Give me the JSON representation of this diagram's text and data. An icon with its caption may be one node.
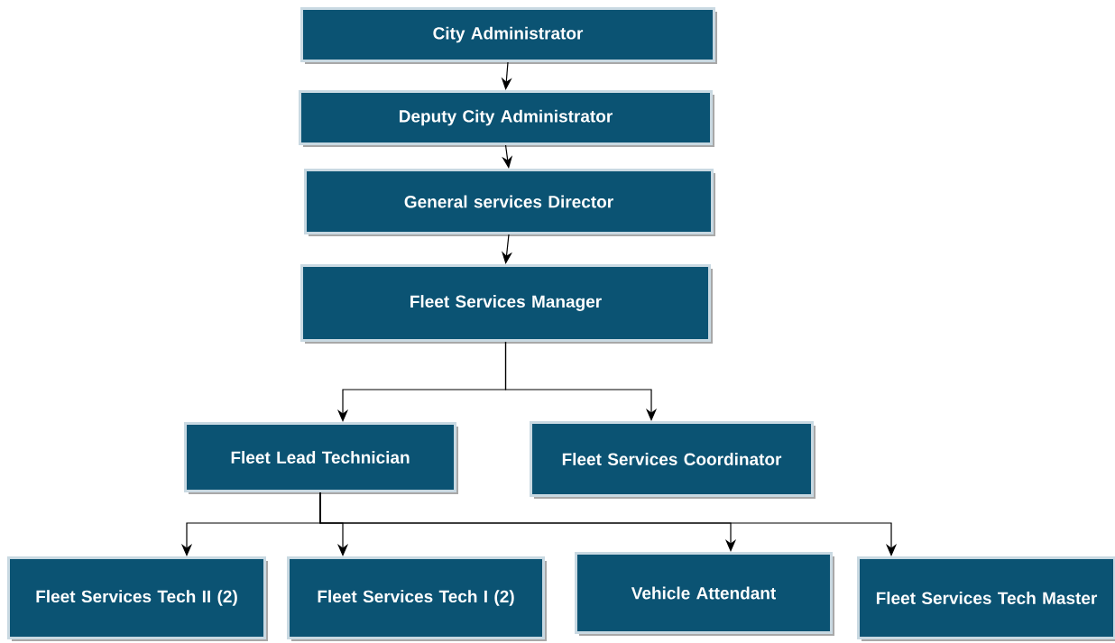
{
  "diagram": {
    "nodes": [
      {
        "text": [
          "City Administrator"
        ]
      },
      {
        "text": [
          "Deputy City Administrator"
        ]
      },
      {
        "text": [
          "General services Director"
        ]
      },
      {
        "text": [
          "Fleet Services Manager"
        ]
      },
      {
        "text": [
          "Fleet Lead Technician"
        ]
      },
      {
        "text": [
          "Fleet Services Coordinator"
        ]
      },
      {
        "text": [
          "Fleet Services Tech II (2)"
        ]
      },
      {
        "text": [
          "Fleet Services Tech I (2)"
        ]
      },
      {
        "text": [
          "Vehicle Attendant"
        ]
      },
      {
        "text": [
          "Fleet Services Tech Master"
        ]
      }
    ],
    "edges": [
      {
        "from": 0,
        "to": 1,
        "arrow": "to"
      },
      {
        "from": 1,
        "to": 2,
        "arrow": "to"
      },
      {
        "from": 2,
        "to": 3,
        "arrow": "to"
      },
      {
        "from": 3,
        "to": 4,
        "arrow": "to"
      },
      {
        "from": 3,
        "to": 5,
        "arrow": "to"
      },
      {
        "from": 4,
        "to": 6,
        "arrow": "to"
      },
      {
        "from": 4,
        "to": 7,
        "arrow": "to"
      },
      {
        "from": 4,
        "to": 8,
        "arrow": "to"
      },
      {
        "from": 4,
        "to": 9,
        "arrow": "to"
      }
    ]
  }
}
